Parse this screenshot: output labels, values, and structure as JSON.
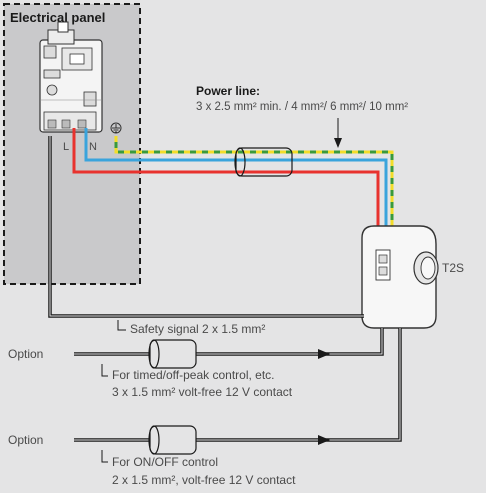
{
  "panel": {
    "title": "Electrical panel"
  },
  "breaker": {
    "label_l": "L",
    "label_n": "N"
  },
  "power_line": {
    "title": "Power line:",
    "spec": "3 x 2.5 mm² min. / 4 mm²/ 6 mm²/ 10 mm²"
  },
  "device": {
    "name": "T2S"
  },
  "safety": {
    "label": "Safety signal 2 x 1.5 mm²"
  },
  "option1": {
    "label": "Option",
    "desc_line1": "For timed/off-peak control, etc.",
    "desc_line2": "3 x 1.5 mm² volt-free 12 V contact"
  },
  "option2": {
    "label": "Option",
    "desc_line1": "For ON/OFF control",
    "desc_line2": "2 x 1.5 mm², volt-free 12 V contact"
  },
  "colors": {
    "background": "#e4e4e5",
    "panel_fill": "#c9c9cb",
    "live_wire": "#e8322e",
    "neutral_wire": "#3aa4dc",
    "earth_wire_green": "#3a9a3a",
    "earth_wire_yellow": "#f2dd2a",
    "cable_black": "#1a1a1a"
  },
  "icons": [
    "earth-symbol-icon",
    "breaker-icon",
    "cable-sleeve-icon",
    "arrow-icon"
  ]
}
